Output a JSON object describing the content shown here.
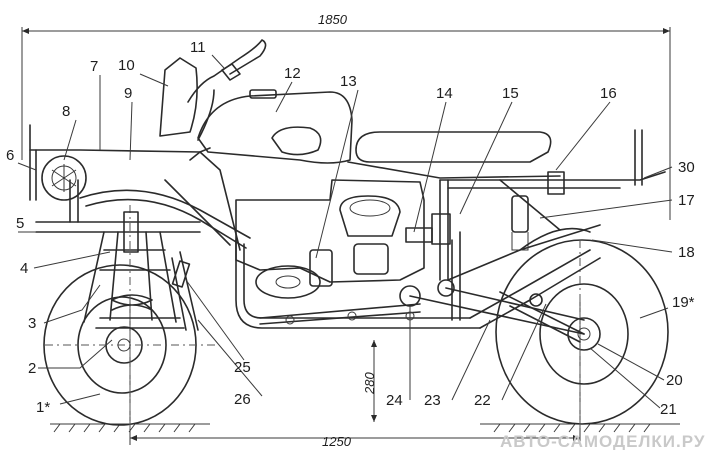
{
  "dimensions": {
    "overall_length": "1850",
    "wheelbase": "1250",
    "ground_clearance": "280"
  },
  "callouts": [
    "1*",
    "2",
    "3",
    "4",
    "5",
    "6",
    "7",
    "8",
    "9",
    "10",
    "11",
    "12",
    "13",
    "14",
    "15",
    "16",
    "17",
    "18",
    "19*",
    "20",
    "21",
    "22",
    "23",
    "24",
    "25",
    "26",
    "30"
  ],
  "watermark": "АВТО-САМОДЕЛКИ.РУ"
}
